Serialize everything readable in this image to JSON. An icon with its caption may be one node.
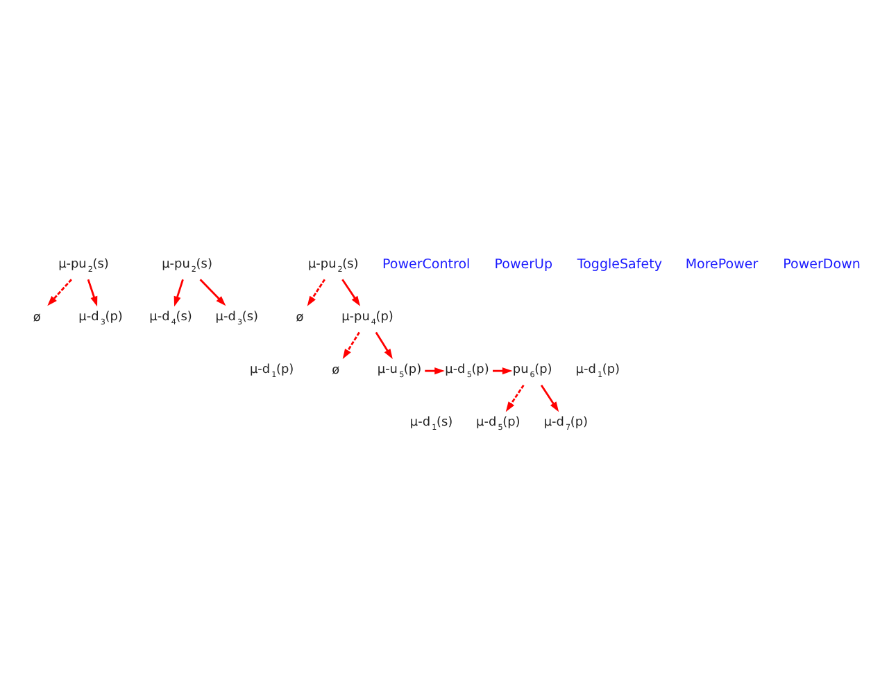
{
  "diagram": {
    "nodes": [
      {
        "text": [
          "μ-d$_{1}$(p)"
        ]
      },
      {
        "text": [
          "μ-d$_{1}$(s)"
        ]
      },
      {
        "text": [
          "μ-pu$_{2}$(s)"
        ]
      },
      {
        "text": [
          "ø"
        ]
      },
      {
        "text": [
          "μ-d$_{3}$(p)"
        ]
      },
      {
        "text": [
          "μ-pu$_{2}$(s)"
        ]
      },
      {
        "text": [
          "μ-d$_{4}$(s)"
        ]
      },
      {
        "text": [
          "μ-d$_{3}$(s)"
        ]
      },
      {
        "text": [
          "μ-pu$_{2}$(s)"
        ]
      },
      {
        "text": [
          "ø"
        ]
      },
      {
        "text": [
          "μ-pu$_{4}$(p)"
        ]
      },
      {
        "text": [
          "ø"
        ]
      },
      {
        "text": [
          "μ-u$_{5}$(p)"
        ]
      },
      {
        "text": [
          "μ-d$_{5}$(p)"
        ]
      },
      {
        "text": [
          "pu$_{6}$(p)"
        ]
      },
      {
        "text": [
          "μ-d$_{5}$(p)"
        ]
      },
      {
        "text": [
          "μ-d$_{7}$(p)"
        ]
      },
      {
        "text": [
          "μ-d$_{1}$(p)"
        ]
      }
    ],
    "edges": [
      {
        "from": 2,
        "to": 3,
        "arrow": "to",
        "style": "dashed"
      },
      {
        "from": 2,
        "to": 4,
        "arrow": "to"
      },
      {
        "from": 5,
        "to": 6,
        "arrow": "to"
      },
      {
        "from": 5,
        "to": 7,
        "arrow": "to"
      },
      {
        "from": 8,
        "to": 9,
        "arrow": "to",
        "style": "dashed"
      },
      {
        "from": 8,
        "to": 10,
        "arrow": "to"
      },
      {
        "from": 10,
        "to": 11,
        "arrow": "to",
        "style": "dashed"
      },
      {
        "from": 10,
        "to": 12,
        "arrow": "to"
      },
      {
        "from": 12,
        "to": 13,
        "arrow": "to"
      },
      {
        "from": 13,
        "to": 14,
        "arrow": "to"
      },
      {
        "from": 14,
        "to": 15,
        "arrow": "to",
        "style": "dashed"
      },
      {
        "from": 14,
        "to": 16,
        "arrow": "to"
      }
    ],
    "labels": [
      "PowerControl",
      "PowerUp",
      "ToggleSafety",
      "MorePower",
      "PowerDown"
    ]
  }
}
